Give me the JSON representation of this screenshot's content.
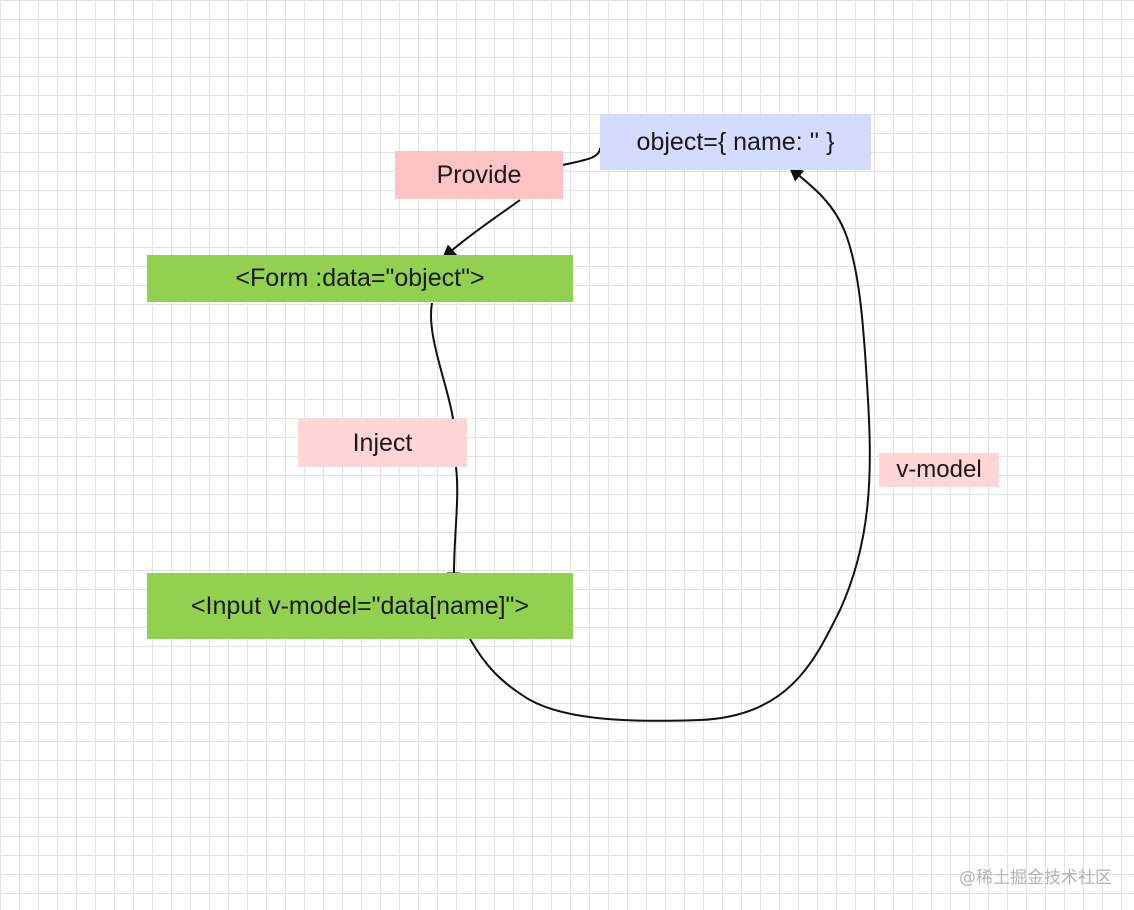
{
  "diagram": {
    "nodes": [
      {
        "id": "object",
        "label": "object={ name: '' }",
        "color": "#d3dcff"
      },
      {
        "id": "provide",
        "label": "Provide",
        "color": "#ffc2c5"
      },
      {
        "id": "form",
        "label": "<Form :data=\"object\">",
        "color": "#92d14f"
      },
      {
        "id": "inject",
        "label": "Inject",
        "color": "#ffd5d6"
      },
      {
        "id": "vmodel",
        "label": "v-model",
        "color": "#ffd5d6"
      },
      {
        "id": "input",
        "label": "<Input v-model=\"data[name]\">",
        "color": "#92d14f"
      }
    ],
    "edges": [
      {
        "from": "object",
        "to": "form",
        "label": "Provide"
      },
      {
        "from": "form",
        "to": "input",
        "label": "Inject"
      },
      {
        "from": "input",
        "to": "object",
        "label": "v-model"
      }
    ]
  },
  "watermark": "@稀土掘金技术社区"
}
